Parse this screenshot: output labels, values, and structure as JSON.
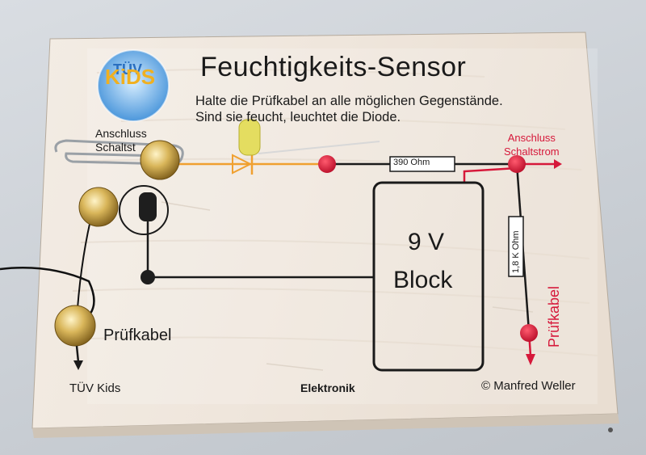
{
  "board": {
    "title": "Feuchtigkeits-Sensor",
    "instruction_line1": "Halte die Prüfkabel an alle möglichen Gegenstände.",
    "instruction_line2": "Sind sie feucht, leuchtet die Diode.",
    "connector_left_line1": "Anschluss",
    "connector_left_line2": "Schaltst",
    "connector_right_line1": "Anschluss",
    "connector_right_line2": "Schaltstrom",
    "resistor_390": "390 Ohm",
    "resistor_18k": "1,8 K Ohm",
    "battery_line1": "9 V",
    "battery_line2": "Block",
    "probe_right": "Prüfkabel",
    "probe_left": "Prüfkabel",
    "footer_left": "TÜV Kids",
    "footer_center": "Elektronik",
    "footer_right": "© Manfred Weller",
    "logo_text": "KiDS"
  },
  "colors": {
    "accent_red": "#d6183a",
    "wire_orange": "#f0a030",
    "led_yellow": "#e8e070",
    "brass": "#c9a44a"
  }
}
